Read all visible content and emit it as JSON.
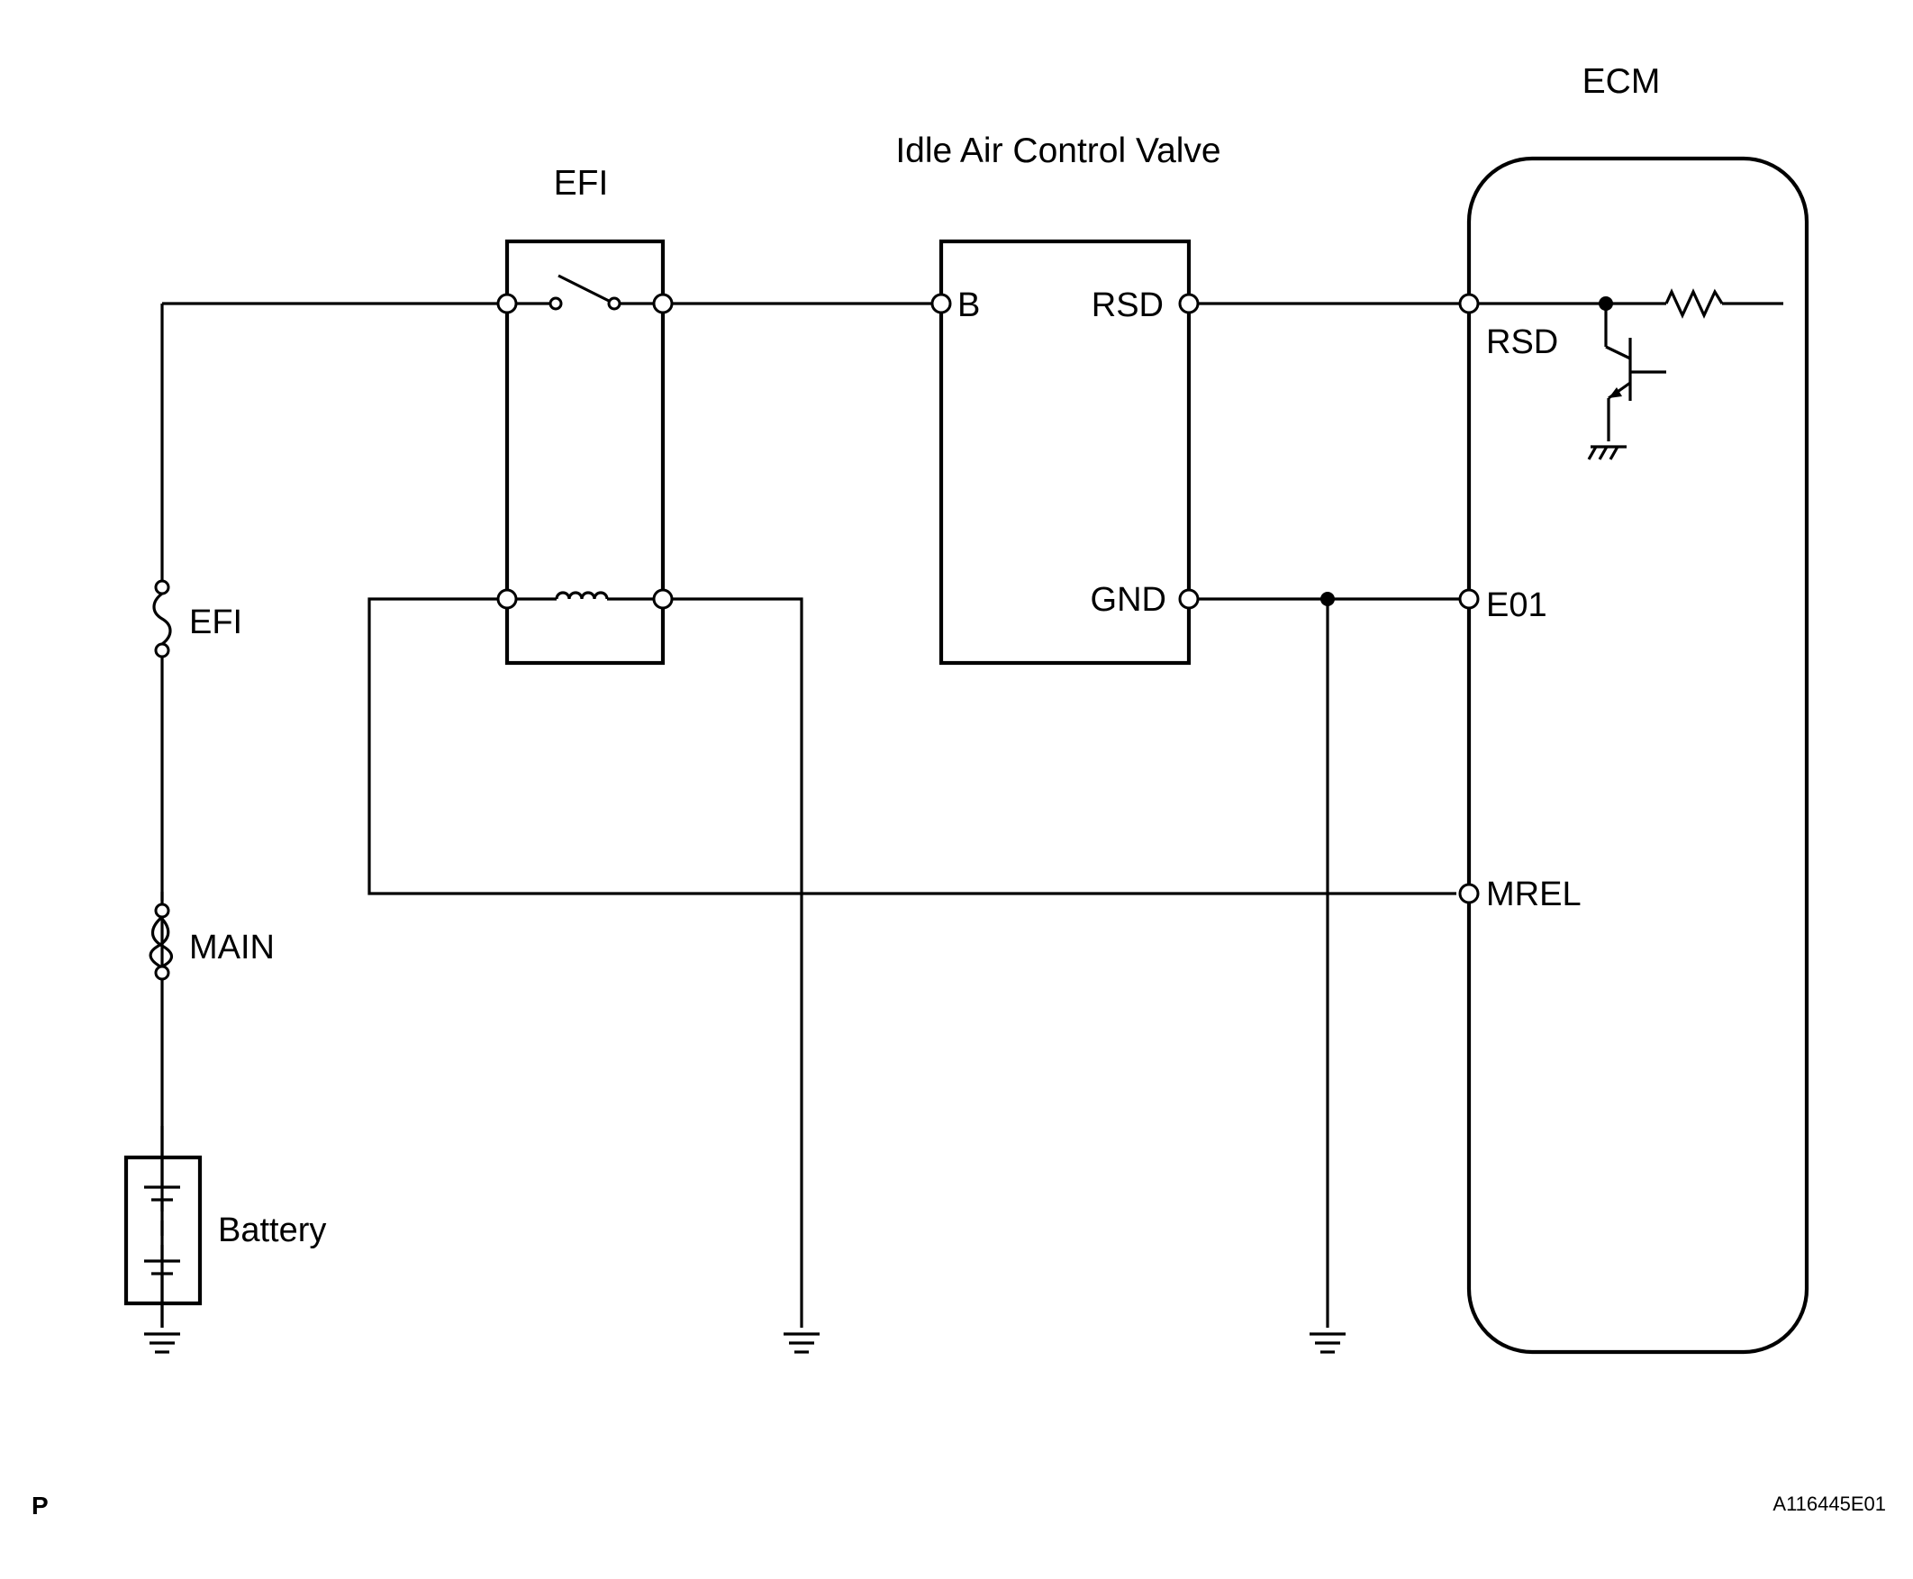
{
  "diagram": {
    "labels": {
      "ecm_title": "ECM",
      "iac_title": "Idle Air Control Valve",
      "efi_relay_title": "EFI",
      "efi_fuse": "EFI",
      "main_fuse": "MAIN",
      "battery": "Battery",
      "iac_b": "B",
      "iac_rsd": "RSD",
      "iac_gnd": "GND",
      "ecm_rsd": "RSD",
      "ecm_e01": "E01",
      "ecm_mrel": "MREL",
      "corner_code": "P",
      "figure_id": "A116445E01"
    }
  }
}
